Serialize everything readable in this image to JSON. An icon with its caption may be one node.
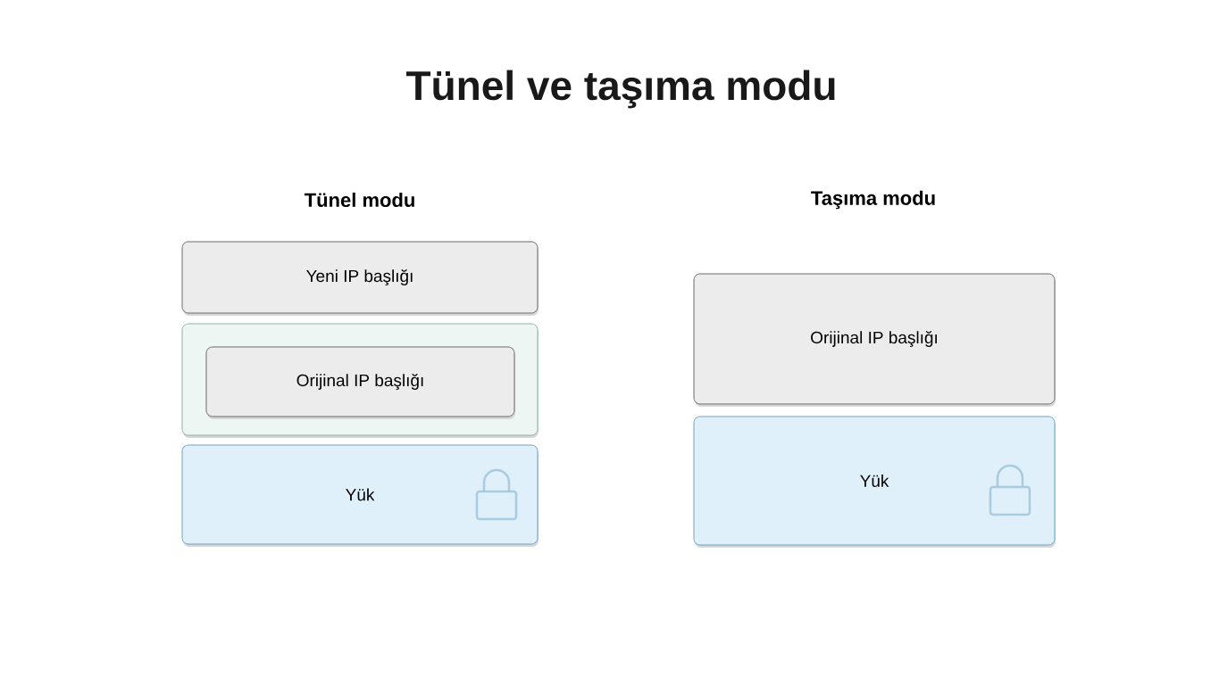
{
  "diagram": {
    "title": "Tünel ve taşıma modu",
    "nodes": [
      {
        "text": [
          "Yeni IP başlığı"
        ]
      },
      {
        "text": [],
        "shape": "box"
      },
      {
        "text": [
          "Orijinal IP başlığı"
        ],
        "in": 1
      },
      {
        "text": [
          "Yük"
        ]
      },
      {
        "text": [
          "Orijinal IP başlığı"
        ]
      },
      {
        "text": [
          "Yük"
        ]
      }
    ],
    "labels": [
      "Tünel modu",
      "Taşıma modu"
    ]
  }
}
